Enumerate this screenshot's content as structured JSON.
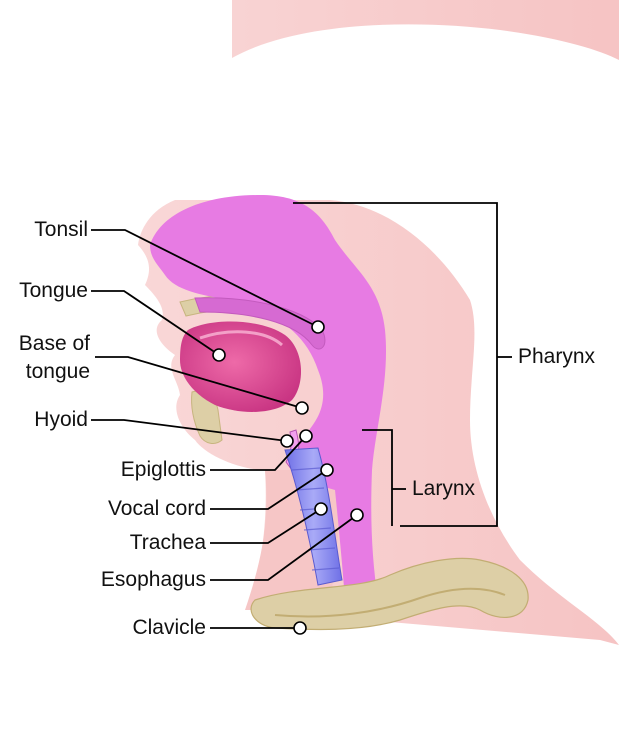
{
  "colors": {
    "skin": "#f6c4c4",
    "skin_edge": "#f1b2b2",
    "airway": "#e77be3",
    "airway_light": "#f2a0ee",
    "tongue": "#e9509a",
    "trachea": "#8b8cf0",
    "bone": "#ddcfa6",
    "leader": "#000000"
  },
  "labels": {
    "tonsil": "Tonsil",
    "tongue": "Tongue",
    "base_of_tongue_1": "Base of",
    "base_of_tongue_2": "tongue",
    "hyoid": "Hyoid",
    "epiglottis": "Epiglottis",
    "vocal_cord": "Vocal cord",
    "trachea": "Trachea",
    "esophagus": "Esophagus",
    "clavicle": "Clavicle",
    "pharynx": "Pharynx",
    "larynx": "Larynx"
  }
}
